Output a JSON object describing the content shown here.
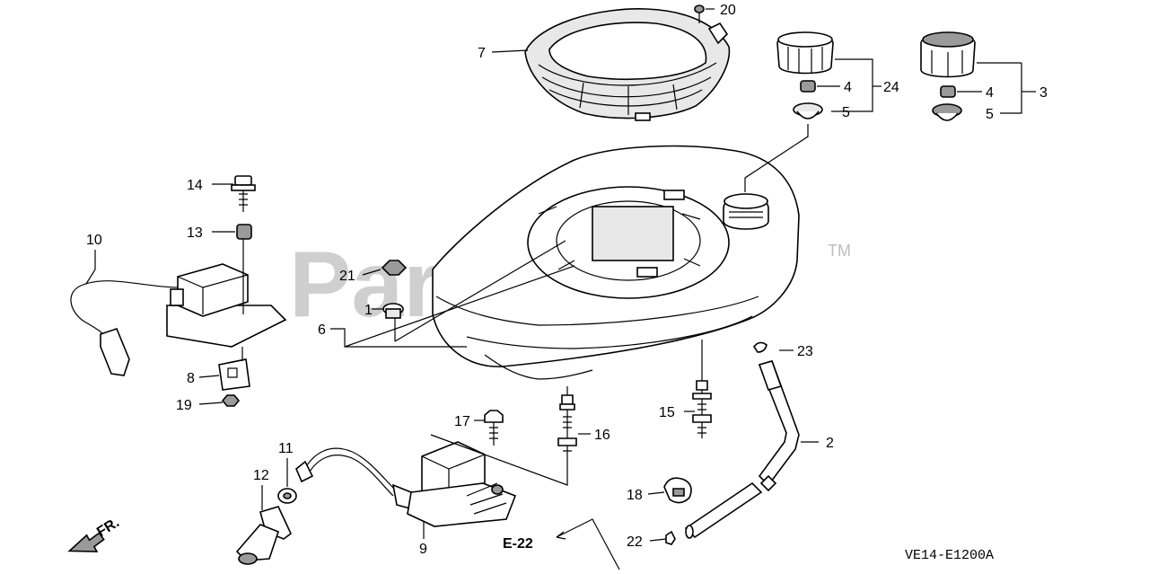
{
  "watermark": {
    "text": "PartsTree",
    "trademark": "TM"
  },
  "diagram_code": "VE14-E1200A",
  "reference": {
    "label": "E-22"
  },
  "direction": {
    "label": "FR."
  },
  "callouts": [
    {
      "id": "c1",
      "text": "1"
    },
    {
      "id": "c2",
      "text": "2"
    },
    {
      "id": "c3",
      "text": "3"
    },
    {
      "id": "c4a",
      "text": "4"
    },
    {
      "id": "c4b",
      "text": "4"
    },
    {
      "id": "c5a",
      "text": "5"
    },
    {
      "id": "c5b",
      "text": "5"
    },
    {
      "id": "c6",
      "text": "6"
    },
    {
      "id": "c7",
      "text": "7"
    },
    {
      "id": "c8",
      "text": "8"
    },
    {
      "id": "c9",
      "text": "9"
    },
    {
      "id": "c10",
      "text": "10"
    },
    {
      "id": "c11",
      "text": "11"
    },
    {
      "id": "c12",
      "text": "12"
    },
    {
      "id": "c13",
      "text": "13"
    },
    {
      "id": "c14",
      "text": "14"
    },
    {
      "id": "c15",
      "text": "15"
    },
    {
      "id": "c16",
      "text": "16"
    },
    {
      "id": "c17",
      "text": "17"
    },
    {
      "id": "c18",
      "text": "18"
    },
    {
      "id": "c19",
      "text": "19"
    },
    {
      "id": "c20",
      "text": "20"
    },
    {
      "id": "c21",
      "text": "21"
    },
    {
      "id": "c22",
      "text": "22"
    },
    {
      "id": "c23",
      "text": "23"
    },
    {
      "id": "c24",
      "text": "24"
    }
  ]
}
